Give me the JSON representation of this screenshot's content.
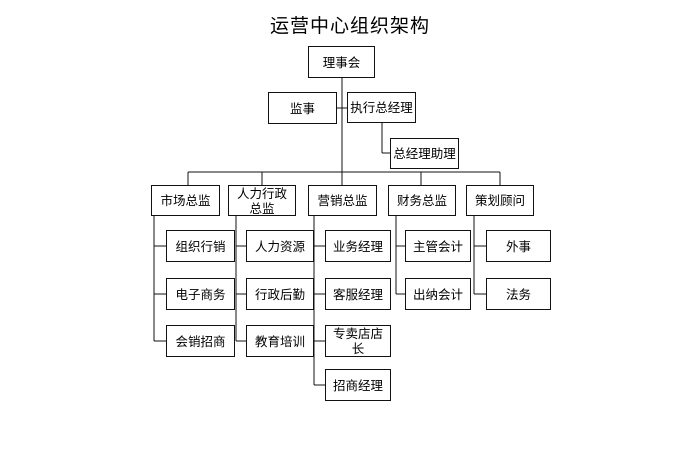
{
  "title": "运营中心组织架构",
  "board": "理事会",
  "supervisor": "监事",
  "ceo": "执行总经理",
  "ceo_assistant": "总经理助理",
  "departments": [
    {
      "name": "市场总监",
      "children": [
        "组织行销",
        "电子商务",
        "会销招商"
      ]
    },
    {
      "name": "人力行政总监",
      "children": [
        "人力资源",
        "行政后勤",
        "教育培训"
      ]
    },
    {
      "name": "营销总监",
      "children": [
        "业务经理",
        "客服经理",
        "专卖店店长",
        "招商经理"
      ]
    },
    {
      "name": "财务总监",
      "children": [
        "主管会计",
        "出纳会计"
      ]
    },
    {
      "name": "策划顾问",
      "children": [
        "外事",
        "法务"
      ]
    }
  ]
}
